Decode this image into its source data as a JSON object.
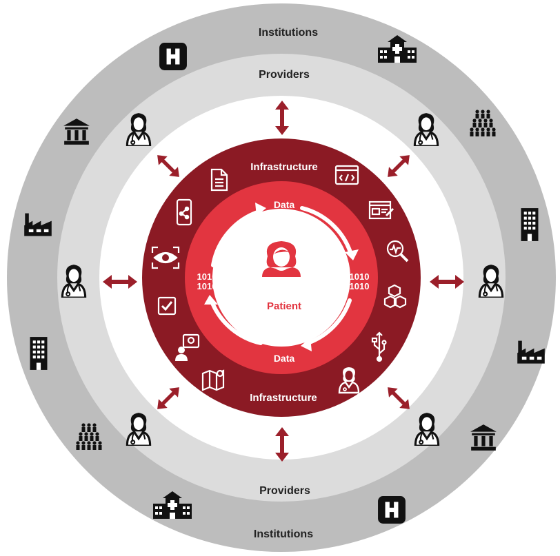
{
  "rings": {
    "institutions_top": "Institutions",
    "institutions_bottom": "Institutions",
    "providers_top": "Providers",
    "providers_bottom": "Providers",
    "infrastructure_top": "Infrastructure",
    "infrastructure_bottom": "Infrastructure"
  },
  "center": {
    "data_top": "Data",
    "data_bottom": "Data",
    "binary_left": [
      "1010",
      "1010"
    ],
    "binary_right": [
      "1010",
      "1010"
    ],
    "patient": "Patient"
  },
  "colors": {
    "outer_ring": "#bdbdbd",
    "middle_ring": "#dcdcdc",
    "inner_white": "#ffffff",
    "infrastructure_ring": "#8b1a24",
    "data_ring": "#e23540",
    "patient_core": "#ffffff",
    "arrows": "#9b1f2a",
    "icons_outer": "#111111",
    "icons_inner": "#ffffff"
  },
  "icons": {
    "institutions": [
      "hospital-h-icon",
      "hospital-building-icon",
      "crowd-icon",
      "office-building-icon",
      "factory-icon",
      "bank-icon"
    ],
    "providers": [
      "doctor-icon"
    ],
    "infrastructure": [
      "document-icon",
      "code-window-icon",
      "web-form-icon",
      "analytics-search-icon",
      "blocks-network-icon",
      "usb-icon",
      "doctor-icon",
      "map-icon",
      "idea-person-icon",
      "checkbox-icon",
      "eye-scan-icon",
      "mobile-network-icon"
    ]
  }
}
